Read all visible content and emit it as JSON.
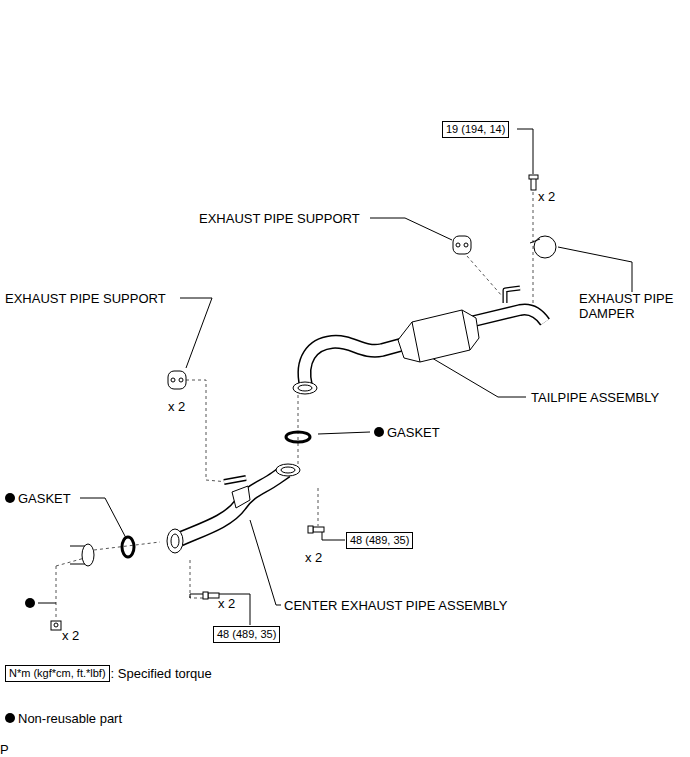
{
  "diagram": {
    "nodes": [
      {
        "text": [
          "19 (194, 14)"
        ]
      },
      {
        "text": [
          "48 (489, 35)"
        ]
      },
      {
        "text": [
          "48 (489, 35)"
        ]
      },
      {
        "text": [
          "N*m (kgf*cm, ft.*lbf)"
        ]
      }
    ],
    "labels": [
      "x 2",
      "EXHAUST PIPE SUPPORT",
      "EXHAUST PIPE SUPPORT",
      "EXHAUST PIPE DAMPER",
      "TAILPIPE ASSEMBLY",
      "x 2",
      "GASKET",
      "GASKET",
      "x 2",
      "x 2",
      "CENTER EXHAUST PIPE ASSEMBLY",
      "x 2",
      "P"
    ],
    "legend": [
      {
        "text": ": Specified torque"
      },
      {
        "text": "Non-reusable part"
      }
    ]
  }
}
